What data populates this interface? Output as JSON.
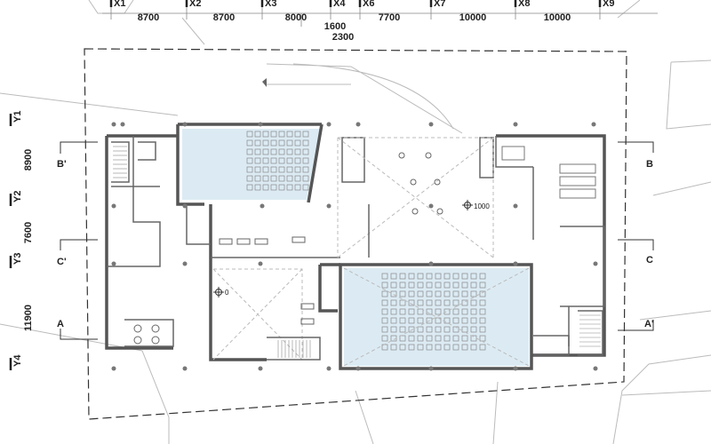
{
  "x_axis": {
    "grid_labels": [
      "X1",
      "X2",
      "X3",
      "X4",
      "X6",
      "X7",
      "X8",
      "X9"
    ],
    "spans": [
      "8700",
      "8700",
      "8000",
      "7700",
      "10000",
      "10000"
    ],
    "sub_dims": [
      "1600",
      "2300"
    ]
  },
  "y_axis": {
    "grid_labels": [
      "Y1",
      "Y2",
      "Y3",
      "Y4"
    ],
    "spans": [
      "8900",
      "7600",
      "11900"
    ]
  },
  "sections": {
    "b_prime": "B'",
    "c_prime": "C'",
    "a": "A",
    "b": "B",
    "c": "C",
    "a_prime": "A'"
  },
  "levels": {
    "upper": "1000",
    "lower": "0"
  },
  "colors": {
    "auditorium_fill": "#dcebf3",
    "wall": "#555555"
  }
}
